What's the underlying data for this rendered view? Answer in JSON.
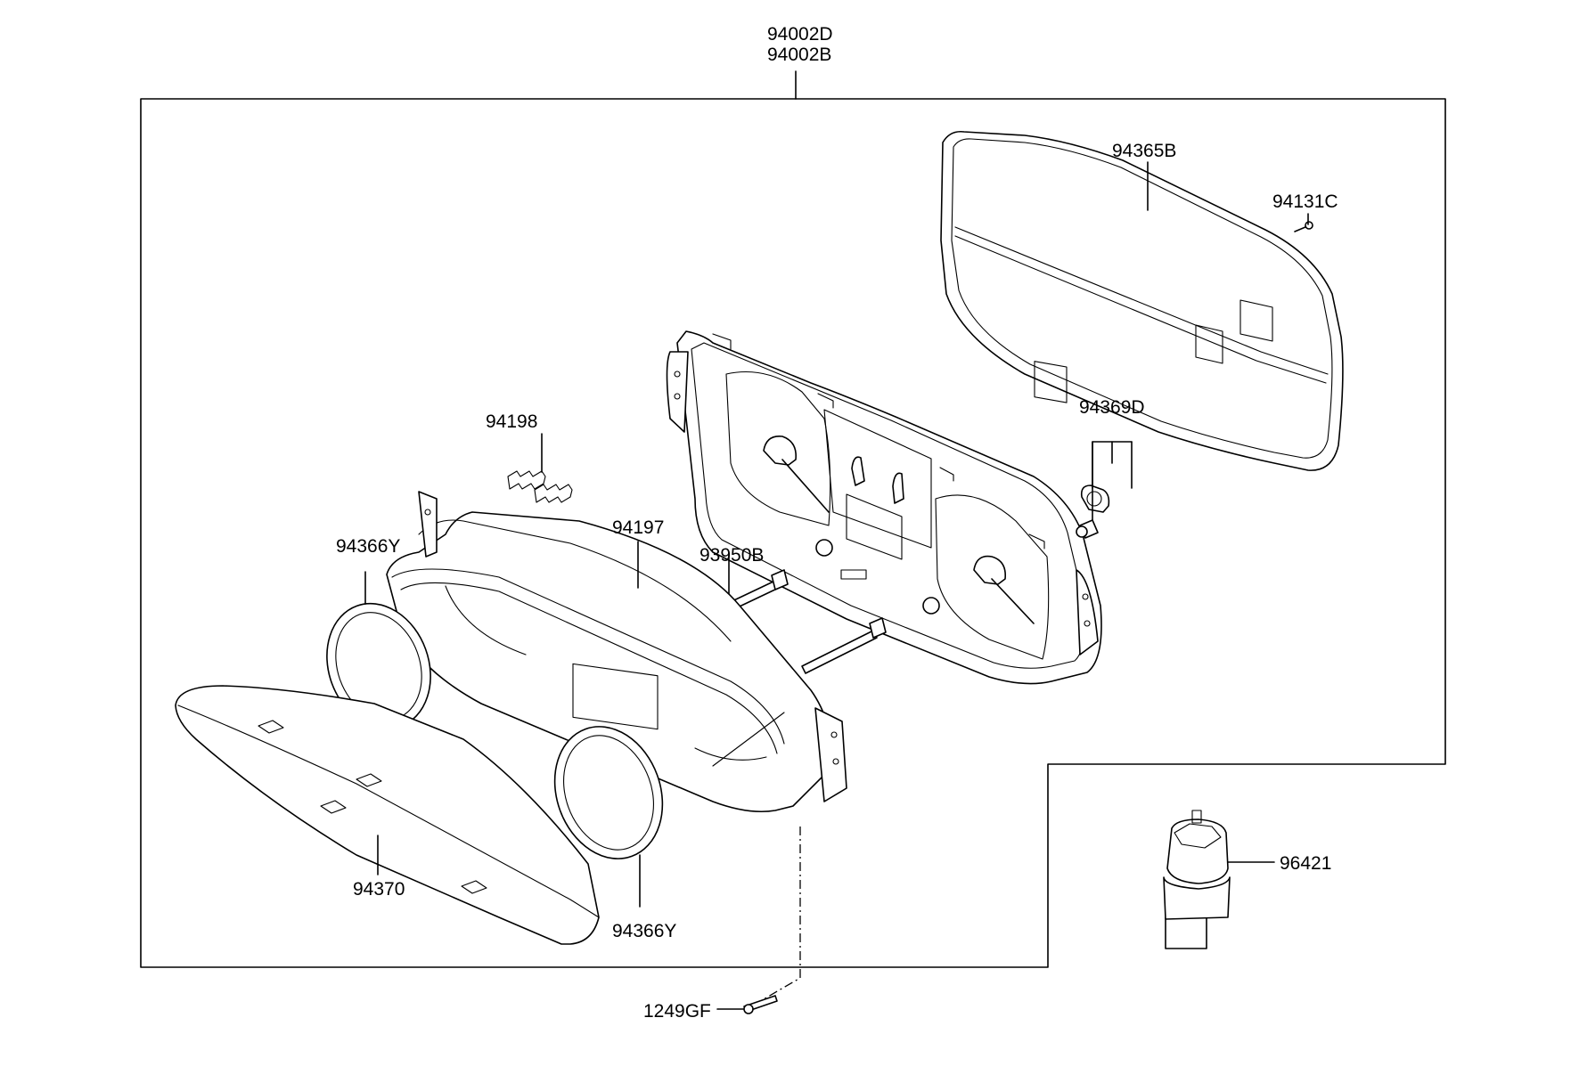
{
  "diagram": {
    "labels": {
      "assembly_1": "94002D",
      "assembly_2": "94002B",
      "back_cover": "94365B",
      "screw_small": "94131C",
      "bulb_socket": "94369D",
      "contact_springs": "94198",
      "front_bezel": "94197",
      "bolt": "93950B",
      "ring_left": "94366Y",
      "ring_right": "94366Y",
      "lower_trim": "94370",
      "tapping_screw": "1249GF",
      "sender_unit": "96421"
    },
    "line_color": "#000000",
    "background": "#ffffff"
  }
}
